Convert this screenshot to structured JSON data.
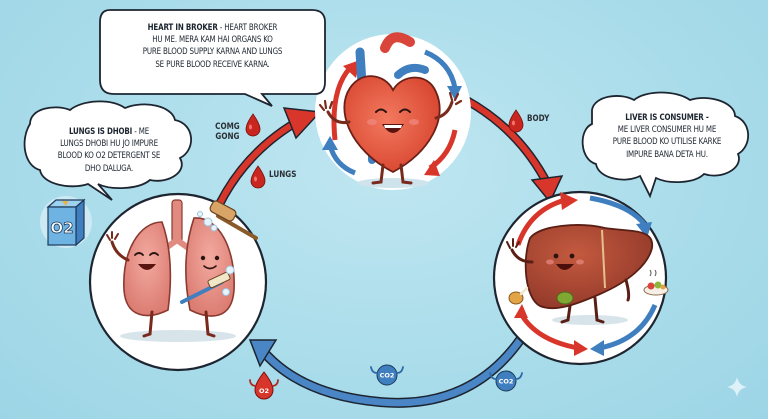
{
  "title": "Blood circulation cartoon: Heart, Lungs, Liver",
  "colors": {
    "background": "#a9dcea",
    "oxygenated": "#d9362b",
    "deoxygenated": "#3f7fbf",
    "outline": "#1d2530",
    "bubble_fill": "#ffffff",
    "heart": "#e8553f",
    "lungs": "#e88f86",
    "liver": "#a8452f"
  },
  "bubbles": {
    "heart": {
      "heading": "HEART IN BROKER",
      "body_lines": [
        "- HEART BROKER",
        "HU ME. MERA KAM HAI ORGANS KO",
        "PURE BLOOD SUPPLY KARNA AND LUNGS",
        "SE PURE BLOOD RECEIVE KARNA."
      ]
    },
    "lungs": {
      "heading": "LUNGS IS DHOBI",
      "body_lines": [
        "- ME",
        "LUNGS DHOBI HU JO IMPURE",
        "BLOOD KO O2 DETERGENT SE",
        "DHO DALUGA."
      ]
    },
    "liver": {
      "heading": "LIVER IS CONSUMER -",
      "body_lines": [
        "ME LIVER CONSUMER HU ME",
        "PURE BLOOD KO UTILISE KARKE",
        "IMPURE BANA DETA HU."
      ]
    }
  },
  "labels": {
    "comg_gong_1": "COMG",
    "comg_gong_2": "GONG",
    "lungs": "LUNGS",
    "body": "BODY"
  },
  "molecules": {
    "o2_box": "O2",
    "o2_drop": "O2",
    "co2_a": "CO2",
    "co2_b": "CO2"
  },
  "icons": {
    "blood_drop": "blood-drop-icon",
    "sparkle": "sparkle-icon",
    "detergent_box": "detergent-box-icon"
  }
}
